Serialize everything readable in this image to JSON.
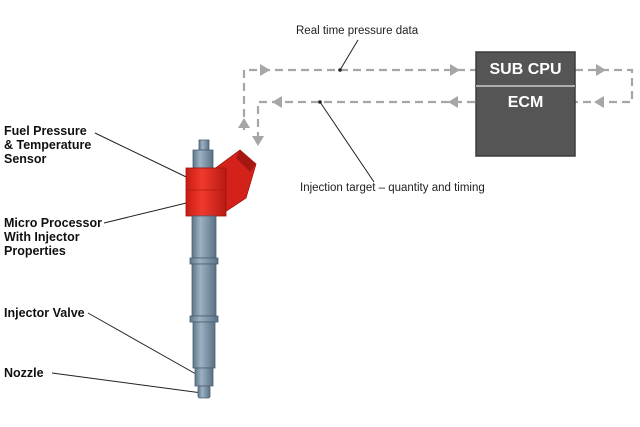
{
  "signals": {
    "top": "Real time pressure data",
    "bottom": "Injection target – quantity and timing"
  },
  "controllers": {
    "sub_cpu": "SUB CPU",
    "ecm": "ECM"
  },
  "parts": {
    "sensor": "Fuel Pressure\n& Temperature\nSensor",
    "processor": "Micro Processor\nWith Injector\nProperties",
    "valve": "Injector Valve",
    "nozzle": "Nozzle"
  },
  "colors": {
    "injector_body": "#7f98ad",
    "injector_dark": "#5b7286",
    "head": "#e8261c",
    "controller_box": "#555555",
    "signal_line": "#a6a6a6"
  }
}
